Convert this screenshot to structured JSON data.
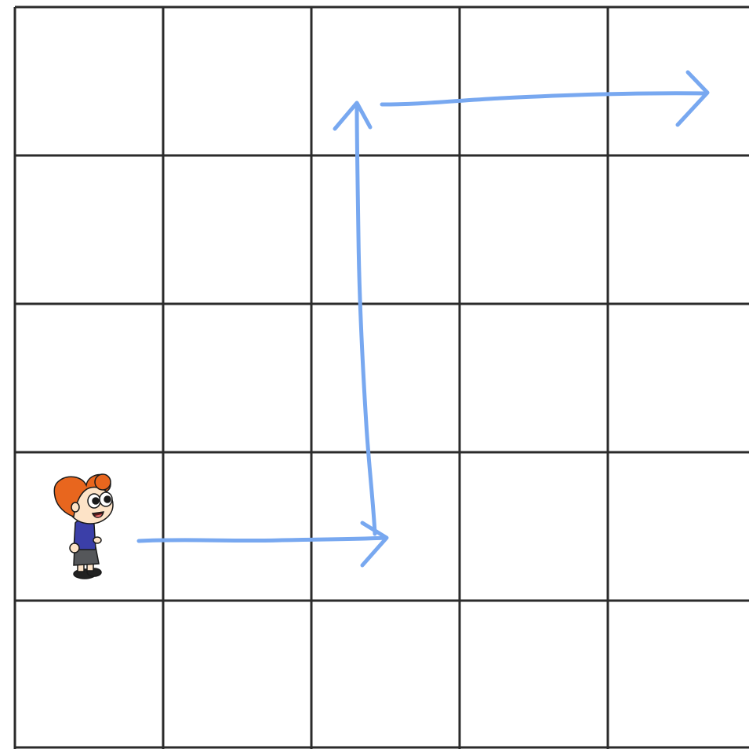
{
  "grid": {
    "rows": 5,
    "columns": 5,
    "line_color": "#2b2b2b",
    "background": "#ffffff"
  },
  "character": {
    "icon": "girl-character-icon",
    "hair_color": "#e8661e",
    "shirt_color": "#3b3fa8",
    "skirt_color": "#55575a",
    "skin_color": "#fde3c7",
    "cell": {
      "row": 4,
      "column": 1
    }
  },
  "path": {
    "color": "#78a8f0",
    "moves": [
      {
        "direction": "right",
        "cells": 2
      },
      {
        "direction": "up",
        "cells": 3
      },
      {
        "direction": "right",
        "cells": 2
      }
    ]
  }
}
